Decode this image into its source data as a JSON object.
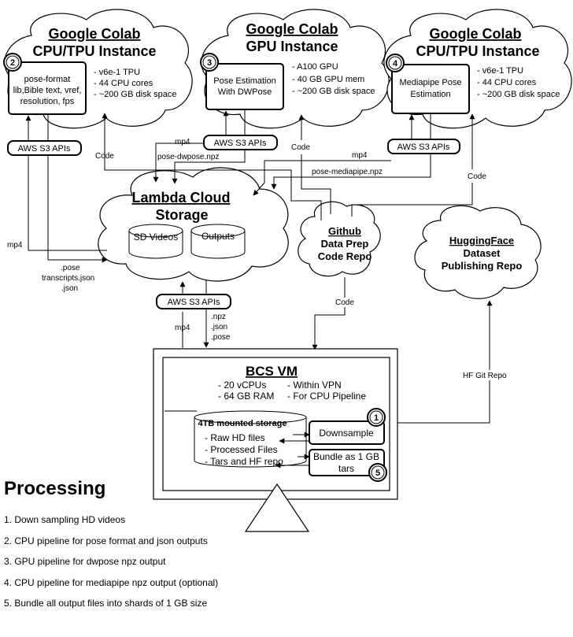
{
  "clouds": {
    "colab_cpu_1": {
      "title_1": "Google Colab",
      "title_2": "CPU/TPU Instance",
      "step": "2",
      "box_lines": [
        "pose-format",
        "lib,Bible text, vref,",
        "resolution, fps"
      ],
      "specs": [
        "- v6e-1 TPU",
        "- 44 CPU cores",
        "- ~200 GB disk space"
      ]
    },
    "colab_gpu": {
      "title_1": "Google Colab",
      "title_2": "GPU Instance",
      "step": "3",
      "box_lines": [
        "Pose Estimation",
        "With DWPose"
      ],
      "specs": [
        "- A100 GPU",
        "- 40 GB GPU mem",
        "- ~200 GB disk space"
      ]
    },
    "colab_cpu_2": {
      "title_1": "Google Colab",
      "title_2": "CPU/TPU Instance",
      "step": "4",
      "box_lines": [
        "Mediapipe Pose",
        "Estimation"
      ],
      "specs": [
        "- v6e-1 TPU",
        "- 44 CPU cores",
        "- ~200 GB disk space"
      ]
    },
    "lambda": {
      "title_1": "Lambda Cloud",
      "title_2": "Storage",
      "db_1": "SD Videos",
      "db_2": "Outputs"
    },
    "github": {
      "title": "Github",
      "line_2": "Data Prep",
      "line_3": "Code Repo"
    },
    "huggingface": {
      "title": "HuggingFace",
      "line_2": "Dataset",
      "line_3": "Publishing Repo"
    }
  },
  "aws_label": "AWS S3 APIs",
  "edge_labels": {
    "code": "Code",
    "mp4": "mp4",
    "pose_dwpose": "pose-dwpose.npz",
    "pose_mediapipe": "pose-mediapipe.npz",
    "pose_ext": ".pose",
    "transcripts": "transcripts.json",
    "json_ext": ".json",
    "npz_ext": ".npz",
    "pose_ext2": ".pose",
    "hf_git": "HF Git Repo"
  },
  "vm": {
    "title": "BCS VM",
    "specs_left": [
      "- 20 vCPUs",
      "- 64 GB RAM"
    ],
    "specs_right": [
      "- Within VPN",
      "- For CPU Pipeline"
    ],
    "storage_title": "4TB mounted storage",
    "storage_items": [
      "- Raw HD files",
      "- Processed Files",
      "- Tars and HF repo"
    ],
    "downsample": "Downsample",
    "bundle_1": "Bundle as 1 GB",
    "bundle_2": "tars",
    "step_1": "1",
    "step_5": "5"
  },
  "processing": {
    "heading": "Processing",
    "items": [
      "1. Down sampling HD videos",
      "2. CPU pipeline for pose format and json outputs",
      "3. GPU pipeline for dwpose npz output",
      "4. CPU pipeline for mediapipe npz output (optional)",
      "5. Bundle all output files into shards of 1 GB size"
    ]
  }
}
